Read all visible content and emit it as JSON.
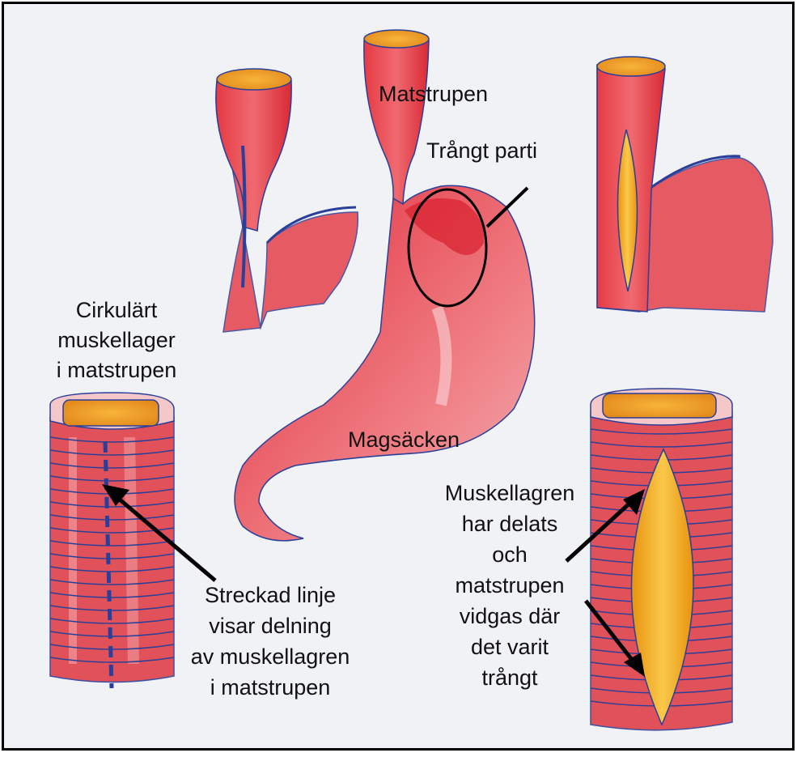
{
  "labels": {
    "matstrupen": "Matstrupen",
    "trangt_parti": "Trångt parti",
    "cirkulart_1": "Cirkulärt",
    "cirkulart_2": "muskellager",
    "cirkulart_3": "i matstrupen",
    "magsacken": "Magsäcken",
    "streckad_1": "Streckad linje",
    "streckad_2": "visar delning",
    "streckad_3": "av muskellagren",
    "streckad_4": "i matstrupen",
    "muskel_1": "Muskellagren",
    "muskel_2": "har delats",
    "muskel_3": "och",
    "muskel_4": "matstrupen",
    "muskel_5": "vidgas där",
    "muskel_6": "det varit",
    "muskel_7": "trångt"
  },
  "colors": {
    "tissue_red": "#e0303a",
    "tissue_light": "#ee8c8e",
    "lumen_orange": "#f0a526",
    "outline_blue": "#2a3f9a",
    "background": "#f1f2f5"
  }
}
